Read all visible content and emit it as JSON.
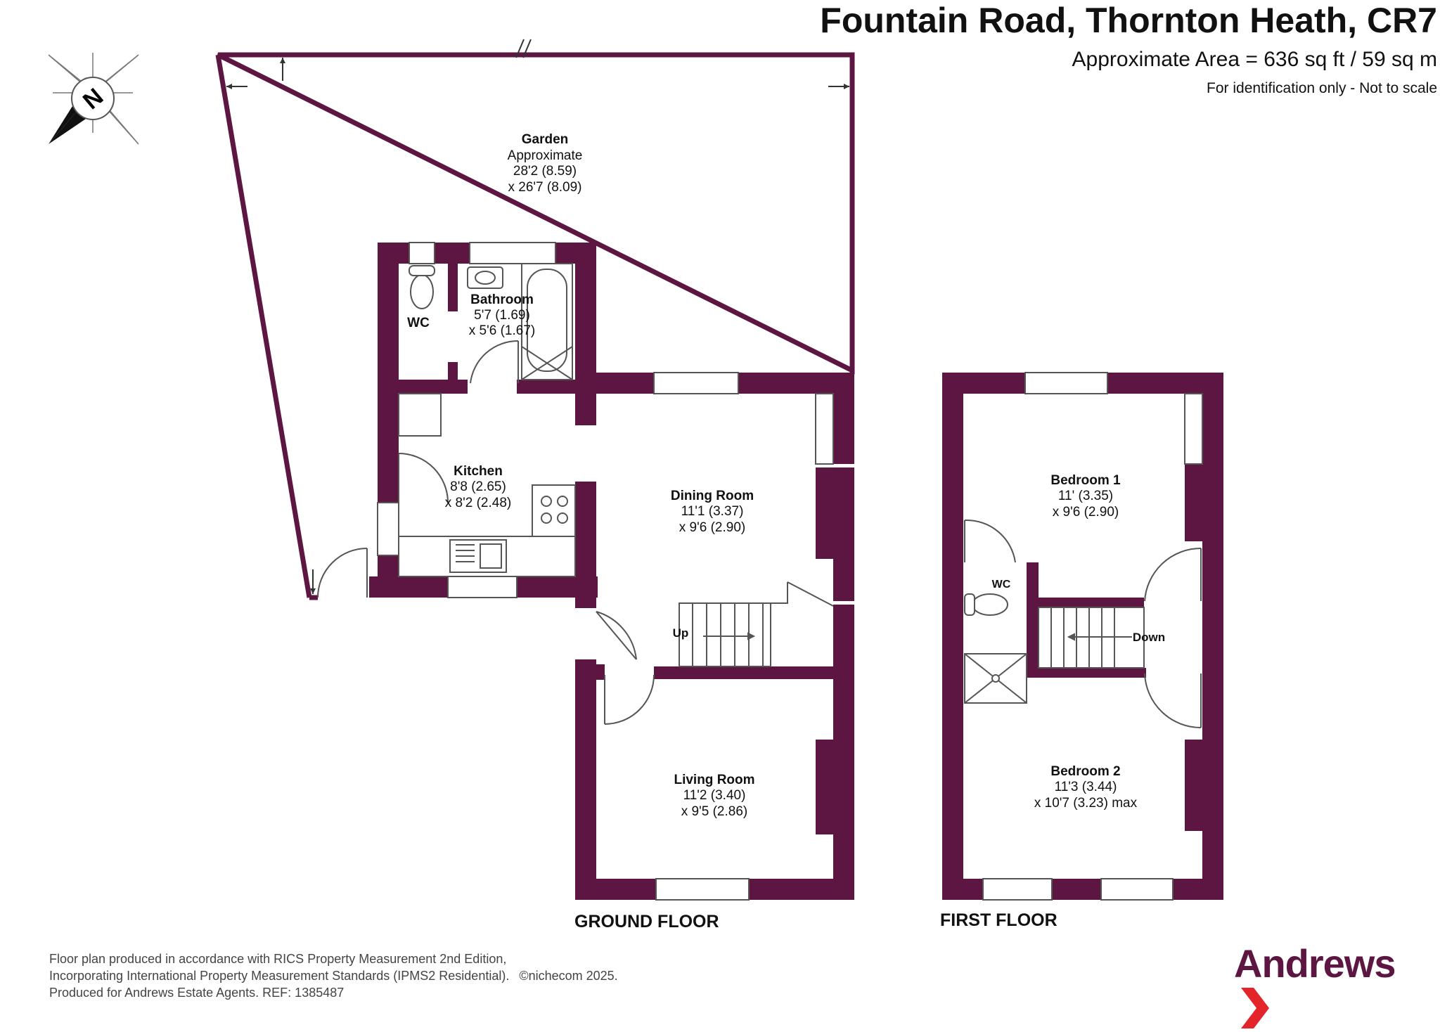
{
  "header": {
    "title": "Fountain Road, Thornton Heath, CR7",
    "area": "Approximate Area = 636 sq ft / 59 sq m",
    "note": "For identification only - Not to scale"
  },
  "compass": {
    "letter": "N"
  },
  "rooms": {
    "garden": {
      "name": "Garden",
      "line1": "Approximate",
      "line2": "28'2 (8.59)",
      "line3": "x 26'7 (8.09)"
    },
    "bathroom": {
      "name": "Bathroom",
      "line1": "5'7 (1.69)",
      "line2": "x 5'6 (1.67)"
    },
    "wc_ground": {
      "name": "WC"
    },
    "kitchen": {
      "name": "Kitchen",
      "line1": "8'8 (2.65)",
      "line2": "x 8'2 (2.48)"
    },
    "dining": {
      "name": "Dining Room",
      "line1": "11'1 (3.37)",
      "line2": "x 9'6 (2.90)"
    },
    "living": {
      "name": "Living Room",
      "line1": "11'2 (3.40)",
      "line2": "x 9'5 (2.86)"
    },
    "bedroom1": {
      "name": "Bedroom 1",
      "line1": "11' (3.35)",
      "line2": "x 9'6 (2.90)"
    },
    "bedroom2": {
      "name": "Bedroom 2",
      "line1": "11'3 (3.44)",
      "line2": "x 10'7 (3.23) max"
    },
    "wc_first": {
      "name": "WC"
    },
    "stairs_up": "Up",
    "stairs_down": "Down"
  },
  "floors": {
    "ground": "GROUND FLOOR",
    "first": "FIRST FLOOR"
  },
  "footer": {
    "line1": "Floor plan produced in accordance with RICS Property Measurement 2nd Edition,",
    "line2": "Incorporating International Property Measurement Standards (IPMS2 Residential).",
    "credit": "©nichecom 2025.",
    "line3": "Produced for Andrews Estate Agents.   REF: 1385487"
  },
  "brand": {
    "name": "Andrews"
  },
  "colors": {
    "wall": "#5c1641",
    "logo": "#5c1641"
  }
}
